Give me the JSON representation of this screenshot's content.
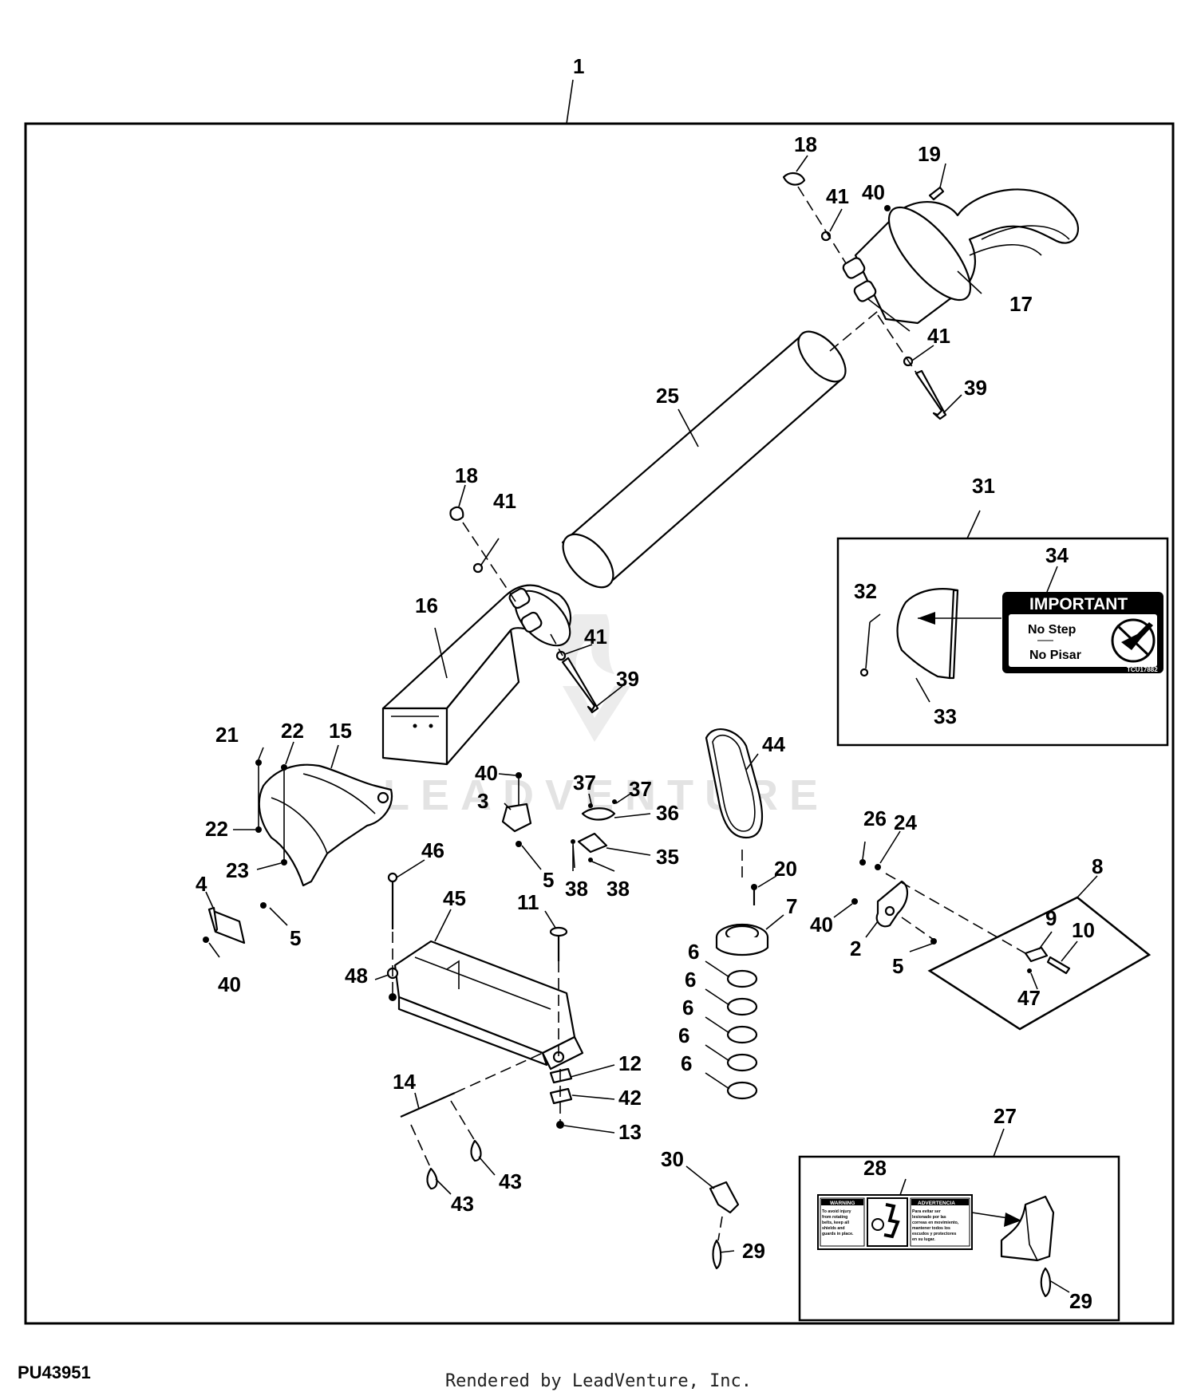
{
  "diagram": {
    "document_id": "PU43951",
    "footer": "Rendered by LeadVenture, Inc.",
    "watermark": "LEADVENTURE",
    "callouts": {
      "c1": "1",
      "c2": "2",
      "c3": "3",
      "c4": "4",
      "c5": "5",
      "c6": "6",
      "c7": "7",
      "c8": "8",
      "c9": "9",
      "c10": "10",
      "c11": "11",
      "c12": "12",
      "c13": "13",
      "c14": "14",
      "c15": "15",
      "c16": "16",
      "c17": "17",
      "c18": "18",
      "c19": "19",
      "c20": "20",
      "c21": "21",
      "c22": "22",
      "c23": "23",
      "c24": "24",
      "c25": "25",
      "c26": "26",
      "c27": "27",
      "c28": "28",
      "c29": "29",
      "c30": "30",
      "c31": "31",
      "c32": "32",
      "c33": "33",
      "c34": "34",
      "c35": "35",
      "c36": "36",
      "c37": "37",
      "c38": "38",
      "c39": "39",
      "c40": "40",
      "c41": "41",
      "c42": "42",
      "c43": "43",
      "c44": "44",
      "c45": "45",
      "c46": "46",
      "c47": "47",
      "c48": "48"
    },
    "decal_important": {
      "heading": "IMPORTANT",
      "line1": "No Step",
      "line2": "No Pisar",
      "code": "TCU17882"
    },
    "decal_warning": {
      "left_heading": "WARNING",
      "left_text": [
        "To avoid injury",
        "from rotating",
        "belts, keep all",
        "shields and",
        "guards in place."
      ],
      "right_heading": "ADVERTENCIA",
      "right_text": [
        "Para evitar ser",
        "lesionado por las",
        "correas en movimiento,",
        "mantener todos los",
        "escudos y protectores",
        "en su lugar."
      ]
    }
  }
}
